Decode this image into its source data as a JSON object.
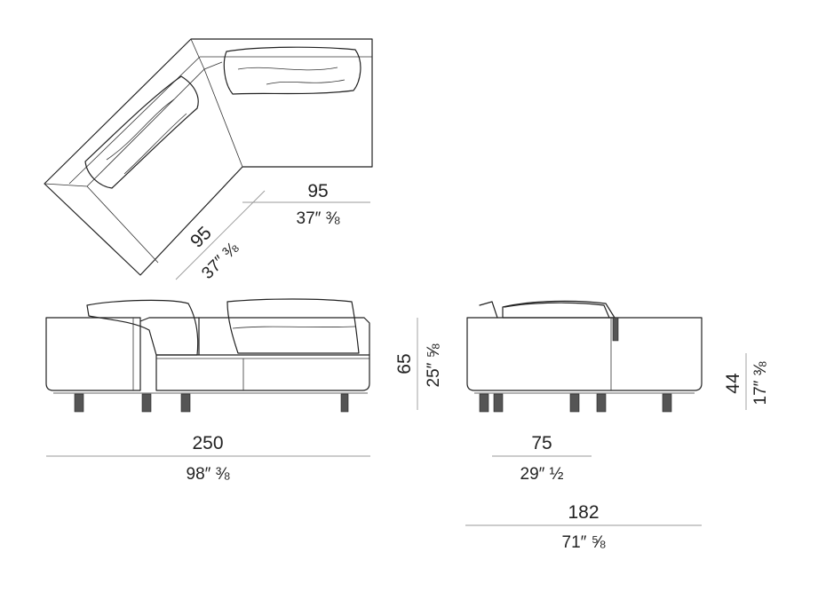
{
  "dimensions": {
    "top_right_cm": "95",
    "top_right_in": "37″ ⅜",
    "top_diag_cm": "95",
    "top_diag_in": "37″ ⅜",
    "front_width_cm": "250",
    "front_width_in": "98″ ⅜",
    "front_height_cm": "65",
    "front_height_in": "25″ ⅝",
    "side_depth_cm": "75",
    "side_depth_in": "29″ ½",
    "side_seat_cm": "44",
    "side_seat_in": "17″ ⅜",
    "side_width_cm": "182",
    "side_width_in": "71″ ⅝"
  }
}
